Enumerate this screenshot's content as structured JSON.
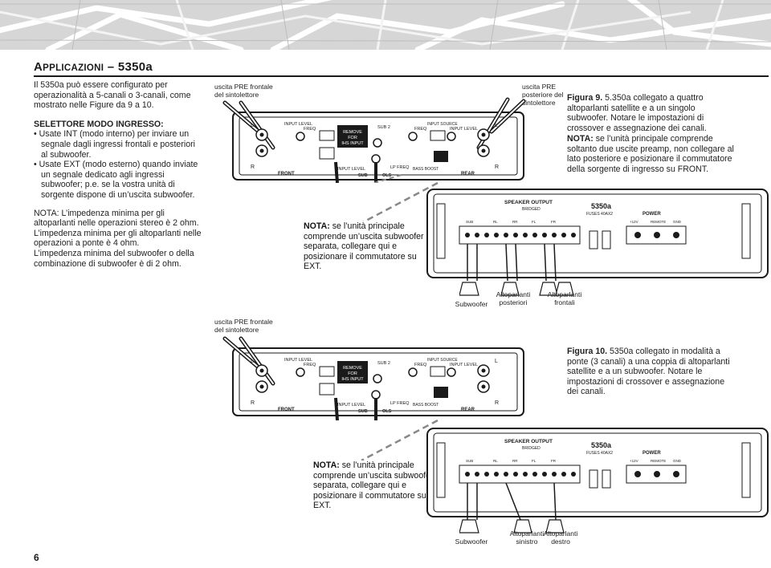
{
  "header": {
    "title_first": "A",
    "title_rest": "PPLICAZIONI",
    "title_suffix": " – 5350a"
  },
  "left_column": {
    "intro": "Il 5350a può essere configurato per operazionalità a 5-canali o 3-canali, come mostrato nelle Figure da 9 a 10.",
    "selector_heading": "SELETTORE MODO INGRESSO:",
    "selector_items": [
      "• Usate INT (modo interno) per inviare un segnale dagli ingressi frontali e posteriori al subwoofer.",
      "• Usate EXT (modo esterno) quando inviate un segnale dedicato agli ingressi subwoofer; p.e. se la vostra unità di sorgente dispone di un’uscita subwoofer."
    ],
    "notes": [
      "NOTA: L’impedenza minima per gli altoparlanti nelle operazioni stereo è 2 ohm.",
      "L’impedenza minima per gli altoparlanti nelle operazioni a ponte è 4 ohm.",
      "L’impedenza minima del subwoofer o della combinazione di subwoofer è di 2 ohm."
    ]
  },
  "figure9": {
    "label_pre_front": "uscita PRE frontale del sintolettore",
    "label_pre_rear": "uscita PRE posteriore del sintolettore",
    "caption_bold": "Figura 9.",
    "caption_text": " 5.350a collegato a quattro altoparlanti satellite e a un singolo subwoofer. Notare le impostazioni di crossover e assegnazione dei canali.",
    "note_bold": "NOTA:",
    "note_text": " se l’unità principale comprende soltanto due uscite preamp, non collegare al lato posteriore e posizionare il commutatore della sorgente di ingresso su FRONT.",
    "sub_note_bold": "NOTA:",
    "sub_note_text": " se l’unità principale comprende un’uscita subwoofer separata, collegare qui e posizionare il commutatore su EXT.",
    "speaker_labels": [
      "Subwoofer",
      "Altoparlanti posteriori",
      "Altoparlanti frontali"
    ]
  },
  "figure10": {
    "label_pre_front": "uscita PRE frontale del sintolettore",
    "caption_bold": "Figura 10.",
    "caption_text": " 5350a collegato in modalità a ponte (3 canali) a una coppia di altoparlanti satellite e a un subwoofer. Notare le impostazioni di crossover e assegnazione dei canali.",
    "sub_note_bold": "NOTA:",
    "sub_note_text": " se l’unità principale comprende un’uscita subwoofer separata, collegare qui e posizionare il commutatore su EXT.",
    "speaker_labels": [
      "Subwoofer",
      "Altoparlanti sinistro",
      "Altoparlanti destro"
    ]
  },
  "amp_panel": {
    "l": "L",
    "r": "R",
    "front": "FRONT",
    "rear": "REAR",
    "input_level": "INPUT LEVEL",
    "freq": "FREQ",
    "remove": "REMOVE",
    "for": "FOR",
    "hl_input": "IHS INPUT",
    "sub2": "SUB 2",
    "lp_freq": "LP FREQ",
    "bass_boost": "BASS BOOST",
    "input_source": "INPUT SOURCE",
    "sub": "SUB",
    "ols": "OLS"
  },
  "amp_output": {
    "speaker_output": "SPEAKER OUTPUT",
    "bridged": "BRIDGED",
    "channels": [
      "SUB",
      "RL",
      "RR",
      "FL",
      "FR"
    ],
    "fuses": "FUSES 40AX2",
    "power": "POWER",
    "power_terms": [
      "+12V",
      "REMOTE",
      "GND"
    ],
    "model": "5350a"
  },
  "page": {
    "number": "6"
  }
}
